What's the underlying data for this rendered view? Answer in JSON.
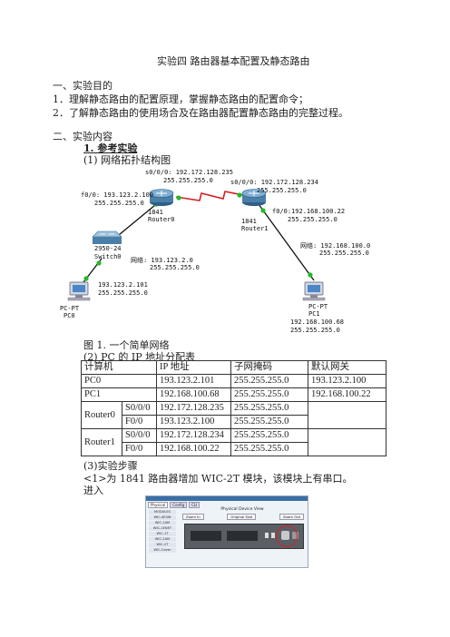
{
  "title": "实验四 路由器基本配置及静态路由",
  "section1": {
    "heading": "一、实验目的",
    "items": [
      "1．理解静态路由的配置原理，掌握静态路由的配置命令；",
      "2．了解静态路由的使用场合及在路由器配置静态路由的完整过程。"
    ]
  },
  "section2": {
    "heading": "二、实验内容",
    "sub1": "1. 参考实验",
    "topo_label": "(1) 网络拓扑结构图"
  },
  "topology": {
    "r0_s000": "s0/0/0: 192.172.128.235",
    "r0_s000_mask": "255.255.255.0",
    "r1_s000": "s0/0/0: 192.172.128.234",
    "r1_s000_mask": "255.255.255.0",
    "r0_f00": "f0/0: 193.123.2.100",
    "r0_f00_mask": "255.255.255.0",
    "r1_f00": "f0/0:192.168.100.22",
    "r1_f00_mask": "255.255.255.0",
    "r0_model": "1841",
    "r0_name": "Router0",
    "r1_model": "1841",
    "r1_name": "Router1",
    "switch_model": "2950-24",
    "switch_name": "Switch0",
    "net_left": "网络: 193.123.2.0",
    "net_left_mask": "255.255.255.0",
    "net_right": "网络: 192.168.100.0",
    "net_right_mask": "255.255.255.0",
    "pc0_type": "PC-PT",
    "pc0_name": "PC0",
    "pc0_ip": "193.123.2.101",
    "pc0_mask": "255.255.255.0",
    "pc1_type": "PC-PT",
    "pc1_name": "PC1",
    "pc1_ip": "192.168.100.68",
    "pc1_mask": "255.255.255.0",
    "colors": {
      "serial": "#d42020",
      "ethernet": "#111111",
      "link_dot": "#22bb22",
      "router": "#4a7fa7"
    }
  },
  "figure_caption": "图 1. 一个简单网络",
  "table_caption": "(2) PC 的 IP 地址分配表",
  "table": {
    "headers": [
      "计算机",
      "IP 地址",
      "子网掩码",
      "默认网关"
    ],
    "pc_rows": [
      [
        "PC0",
        "193.123.2.101",
        "255.255.255.0",
        "193.123.2.100"
      ],
      [
        "PC1",
        "192.168.100.68",
        "255.255.255.0",
        "192.168.100.22"
      ]
    ],
    "routers": [
      {
        "name": "Router0",
        "rows": [
          [
            "S0/0/0",
            "192.172.128.235",
            "255.255.255.0"
          ],
          [
            "F0/0",
            "193.123.2.100",
            "255.255.255.0"
          ]
        ]
      },
      {
        "name": "Router1",
        "rows": [
          [
            "S0/0/0",
            "192.172.128.234",
            "255.255.255.0"
          ],
          [
            "F0/0",
            "192.168.100.22",
            "255.255.255.0"
          ]
        ]
      }
    ]
  },
  "steps_heading": "(3)实验步骤",
  "step1": "<1>为 1841 路由器增加 WIC-2T 模块，该模块上有串口。",
  "step1_cont": "进入",
  "screenshot": {
    "tabs": [
      "Physical",
      "Config",
      "CLI"
    ],
    "panel_title": "Physical Device View",
    "zoom_in": "Zoom In",
    "original_size": "Original Size",
    "zoom_out": "Zoom Out",
    "modules": [
      "MODULES",
      "WIC-4ESW",
      "WIC-1AM",
      "WIC-1ENET",
      "WIC-1T",
      "WIC-2AM",
      "WIC-2T",
      "WIC-Cover"
    ]
  }
}
